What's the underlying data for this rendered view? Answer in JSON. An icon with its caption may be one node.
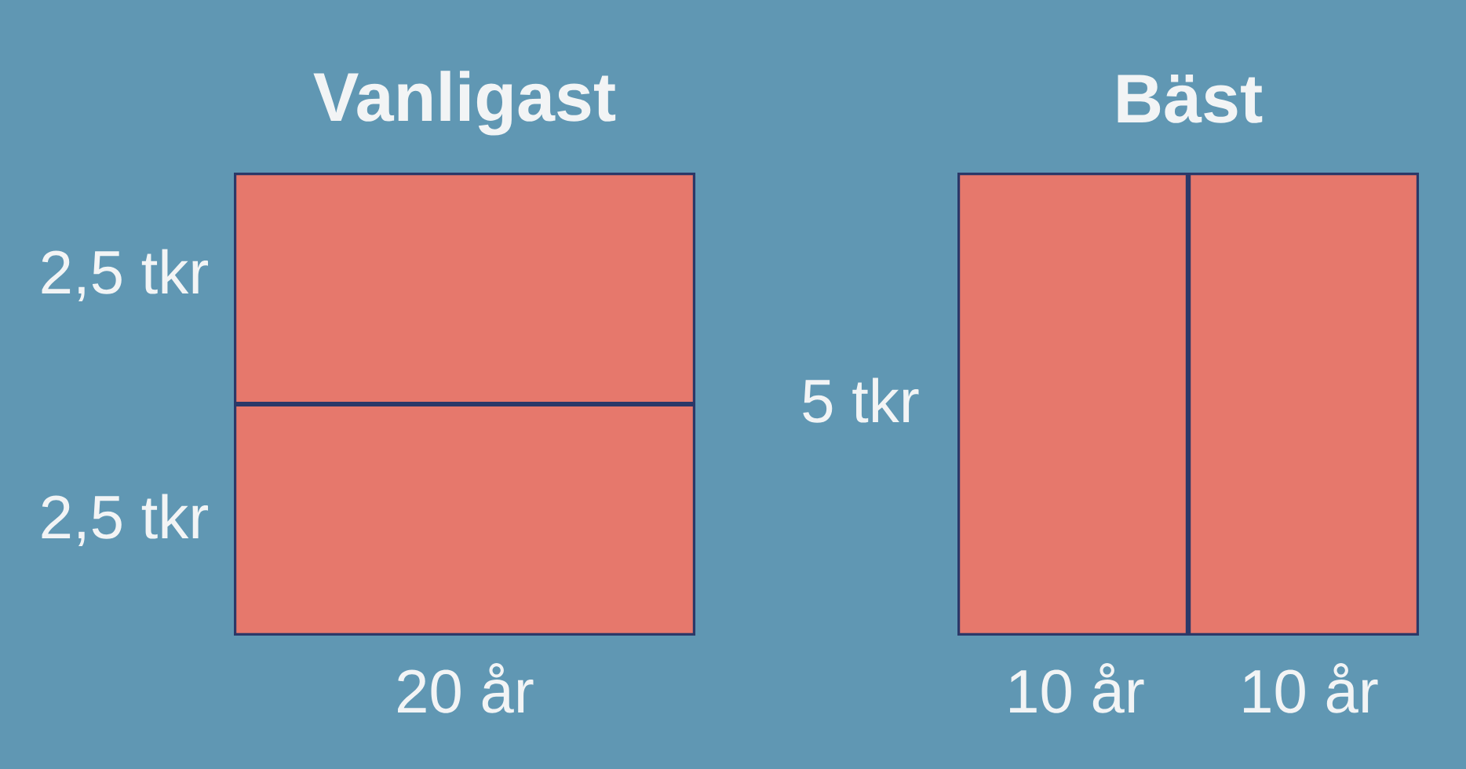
{
  "diagram": {
    "nodes": [
      {
        "text": [
          "Vanligast"
        ],
        "beside": [
          "20 år"
        ]
      },
      {
        "text": [],
        "shape": "box",
        "in": 0,
        "beside": [
          "2,5 tkr"
        ]
      },
      {
        "text": [],
        "shape": "box",
        "in": 0,
        "beside": [
          "2,5 tkr"
        ]
      },
      {
        "text": [
          "Bäst"
        ],
        "beside": [
          "5 tkr"
        ]
      },
      {
        "text": [],
        "shape": "box",
        "in": 3,
        "beside": [
          "10 år"
        ]
      },
      {
        "text": [],
        "shape": "box",
        "in": 3,
        "beside": [
          "10 år"
        ]
      }
    ]
  }
}
